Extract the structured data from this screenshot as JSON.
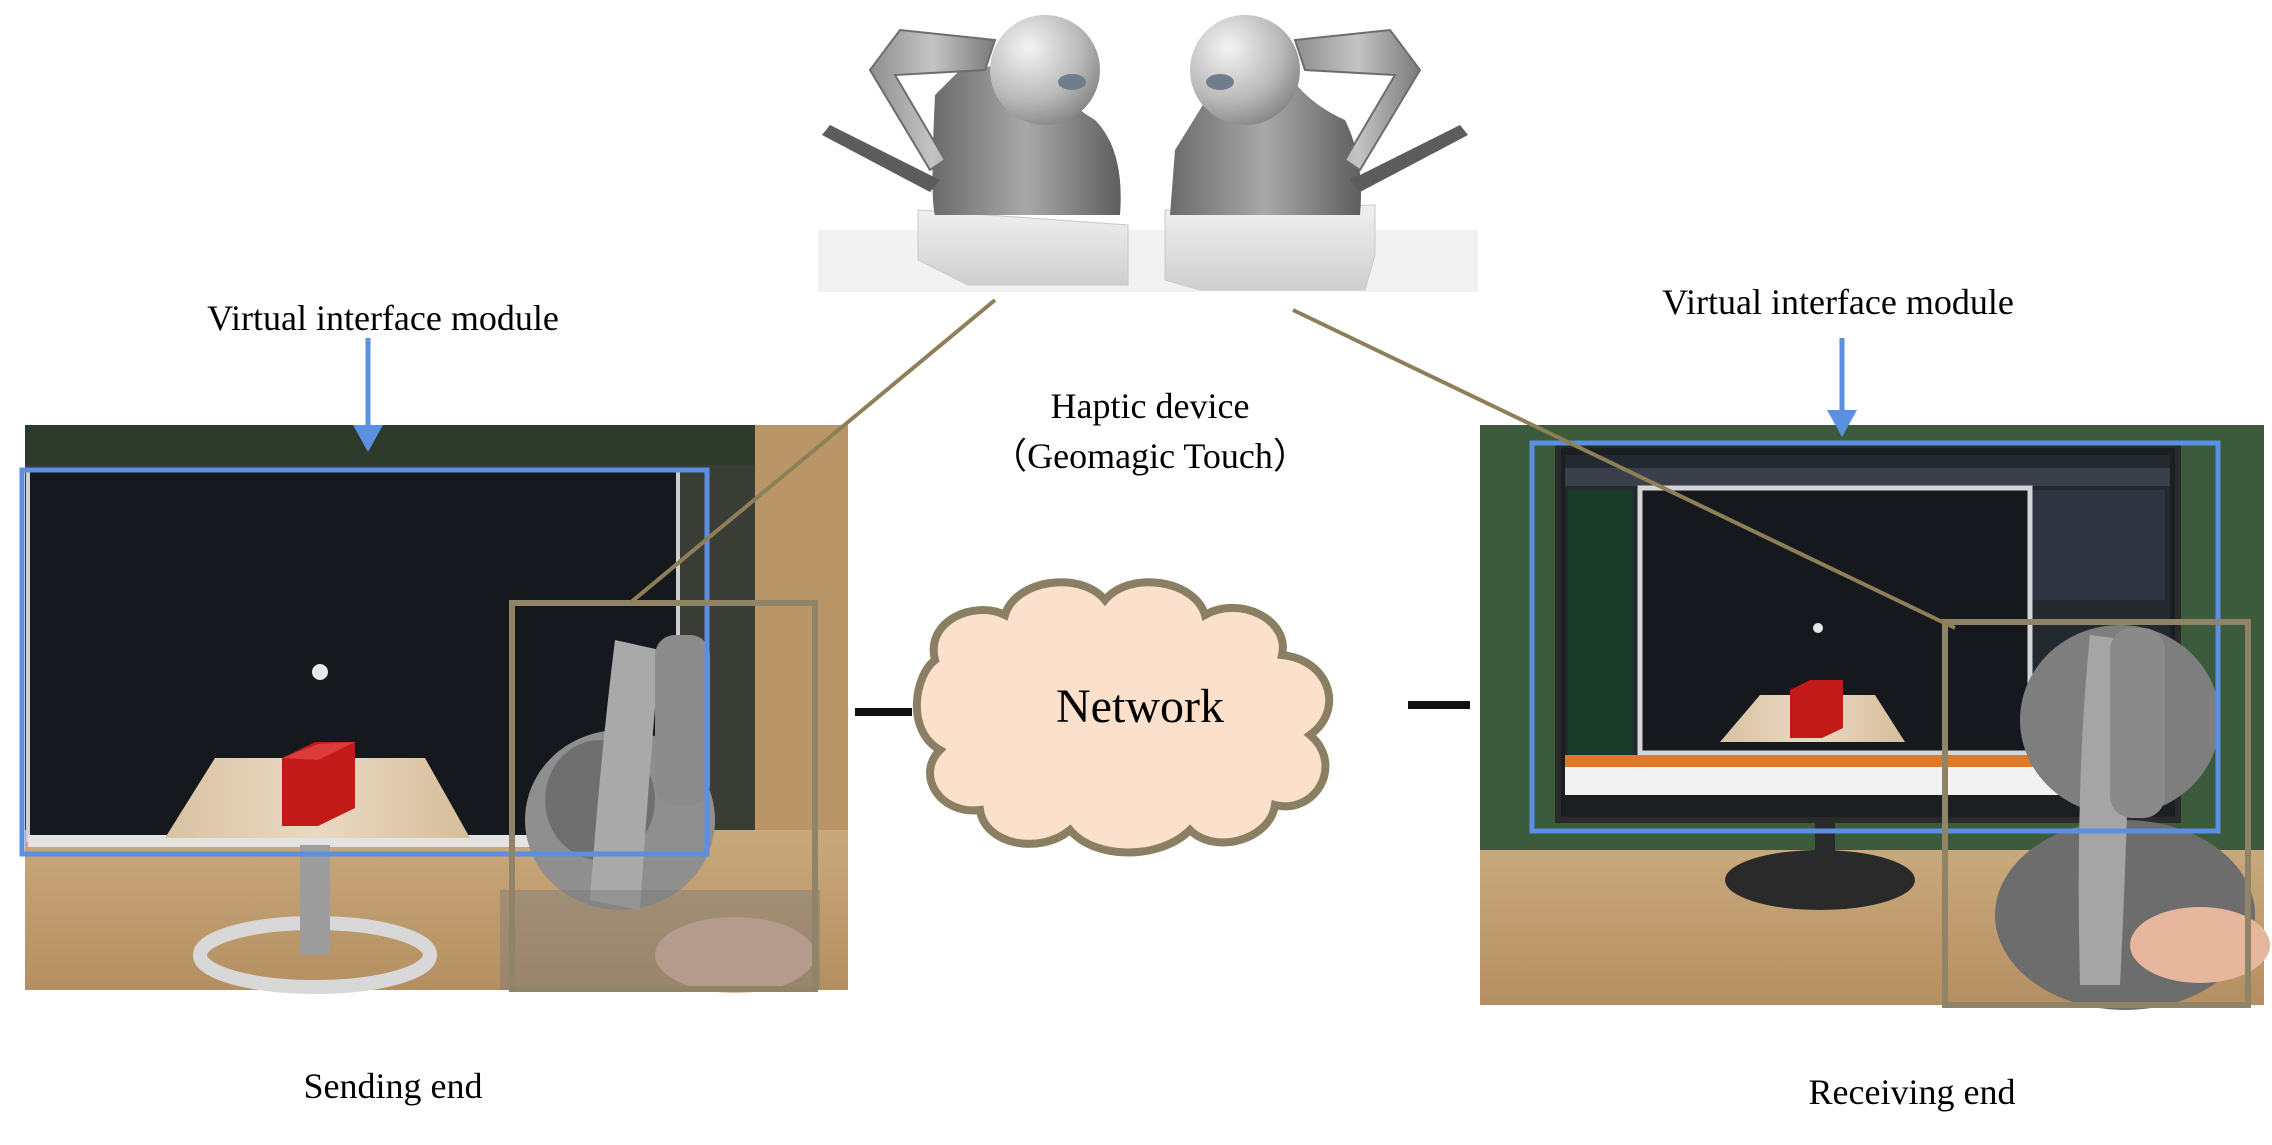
{
  "labels": {
    "left_module": "Virtual interface module",
    "right_module": "Virtual interface module",
    "haptic_title": "Haptic device",
    "haptic_model": "（Geomagic Touch）",
    "network": "Network",
    "sending_end": "Sending end",
    "receiving_end": "Receiving end"
  },
  "colors": {
    "highlight_blue": "#5b8fe0",
    "highlight_olive": "#8f8468",
    "connector_line": "#8d7f57",
    "cloud_fill": "#fbe1cc",
    "cloud_stroke": "#8a7f63",
    "network_link": "#111111",
    "cube_red": "#c21919",
    "monitor_black": "#15181c"
  },
  "icons": {
    "device": "haptic-stylus-icon",
    "arrow": "down-arrow-icon",
    "cloud": "cloud-icon"
  }
}
